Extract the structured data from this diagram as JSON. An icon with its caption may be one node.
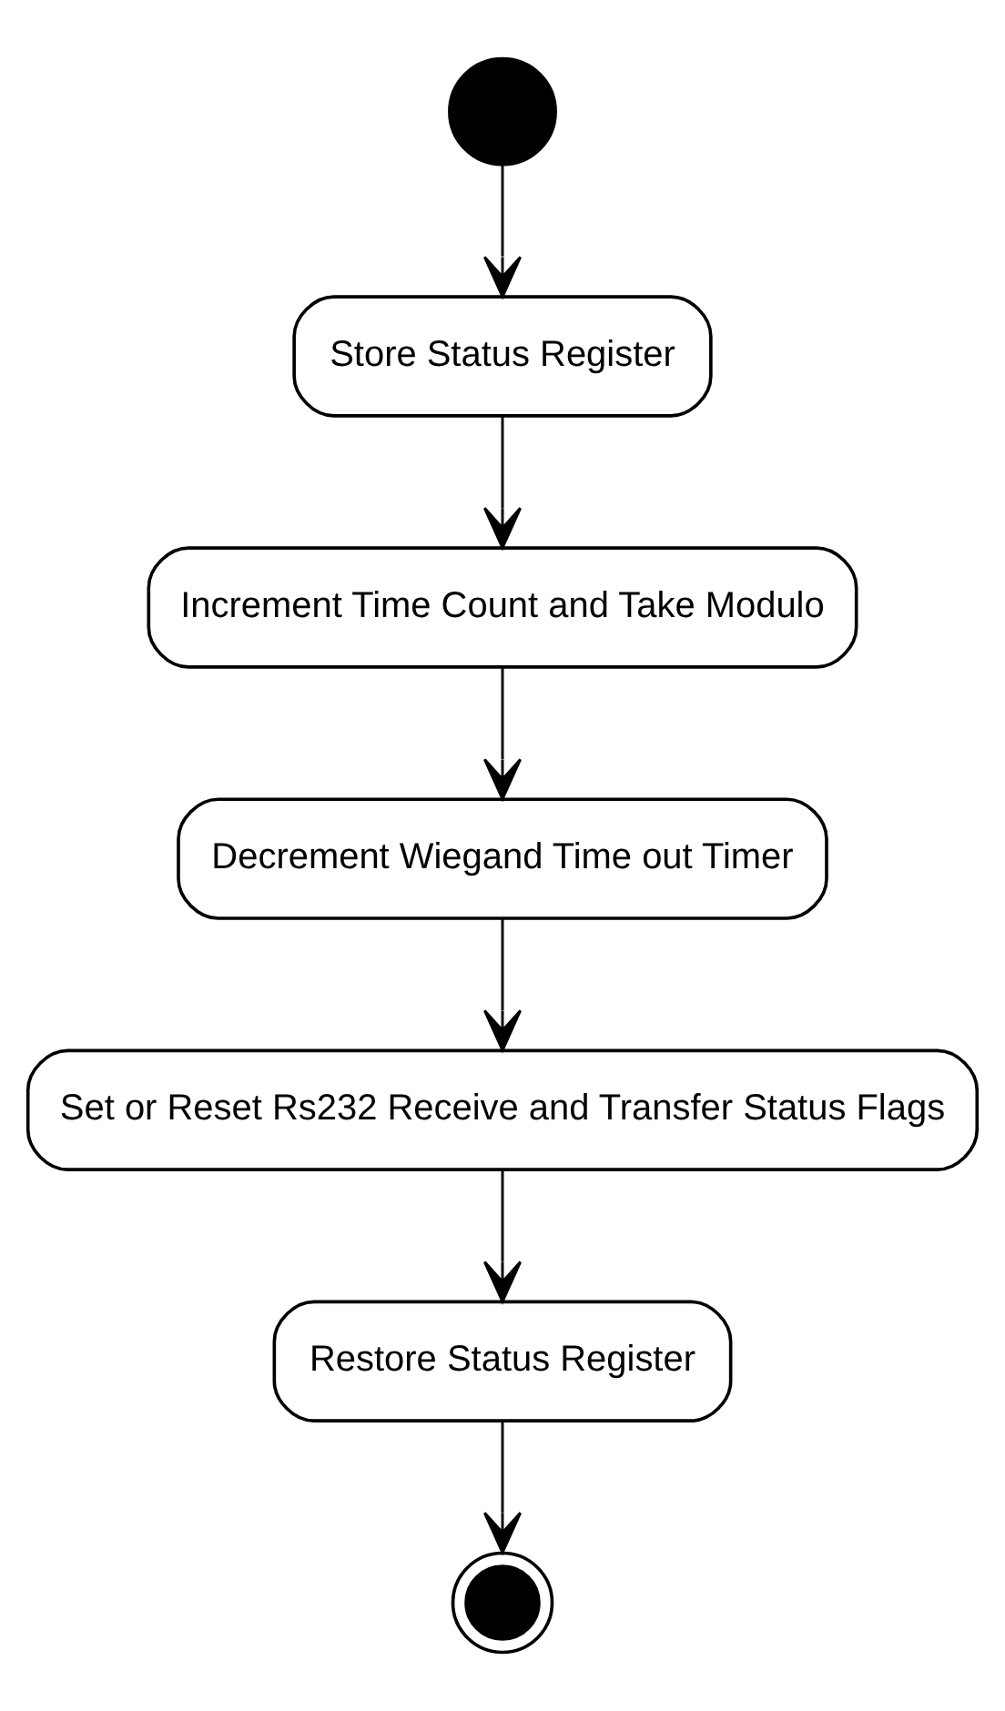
{
  "diagram": {
    "nodes": [
      {
        "text": [],
        "shape": "circle"
      },
      {
        "text": [
          "Store Status Register"
        ]
      },
      {
        "text": [
          "Increment Time Count and Take Modulo"
        ]
      },
      {
        "text": [
          "Decrement Wiegand Time out Timer"
        ]
      },
      {
        "text": [
          "Set or Reset Rs232 Receive and Transfer Status Flags"
        ]
      },
      {
        "text": [
          "Restore Status Register"
        ]
      },
      {
        "text": [],
        "shape": "circle"
      }
    ],
    "edges": [
      {
        "from": 0,
        "to": 1,
        "arrow": "to"
      },
      {
        "from": 1,
        "to": 2,
        "arrow": "to"
      },
      {
        "from": 2,
        "to": 3,
        "arrow": "to"
      },
      {
        "from": 3,
        "to": 4,
        "arrow": "to"
      },
      {
        "from": 4,
        "to": 5,
        "arrow": "to"
      },
      {
        "from": 5,
        "to": 6,
        "arrow": "to"
      }
    ]
  }
}
